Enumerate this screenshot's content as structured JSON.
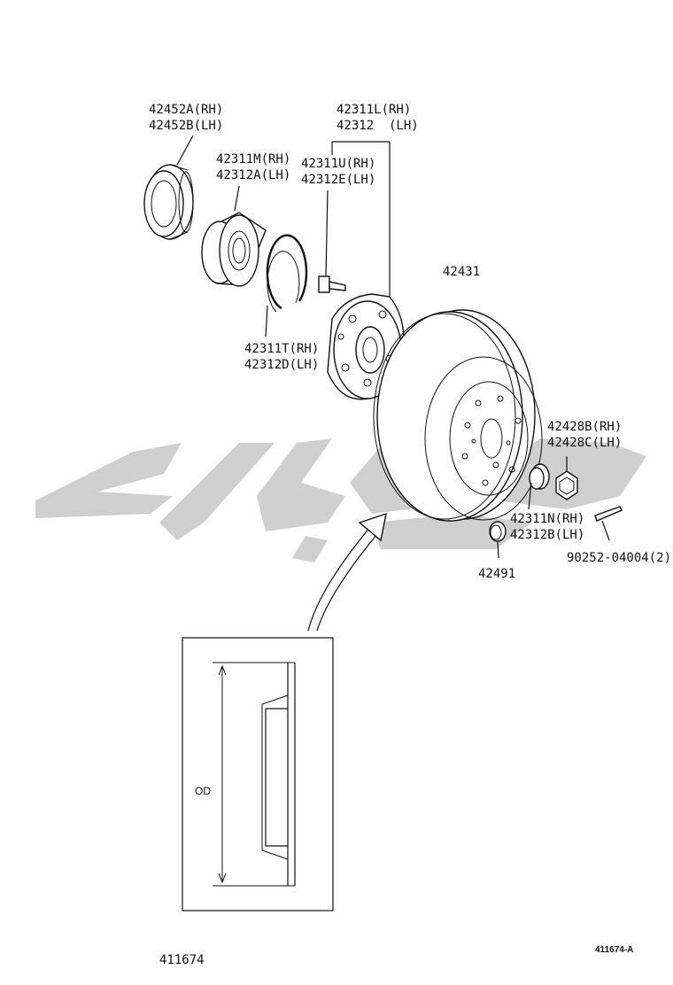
{
  "callouts": {
    "seal": [
      "42452A(RH)",
      "42452B(LH)"
    ],
    "bearing": [
      "42311M(RH)",
      "42312A(LH)"
    ],
    "bolt": [
      "42311U(RH)",
      "42312E(LH)"
    ],
    "hub": [
      "42311L(RH)",
      "42312  (LH)"
    ],
    "snap_ring": [
      "42311T(RH)",
      "42312D(LH)"
    ],
    "disc": [
      "42431"
    ],
    "lock_nut": [
      "42428B(RH)",
      "42428C(LH)"
    ],
    "washer": [
      "42311N(RH)",
      "42312B(LH)"
    ],
    "cap": [
      "42491"
    ],
    "cotter_pin": [
      "90252-04004(2)"
    ]
  },
  "inset": {
    "dimension_label": "OD"
  },
  "footer": {
    "left_code": "411674",
    "right_code": "411674-A"
  },
  "colors": {
    "line": "#111111",
    "watermark": "#cfcfcf"
  }
}
